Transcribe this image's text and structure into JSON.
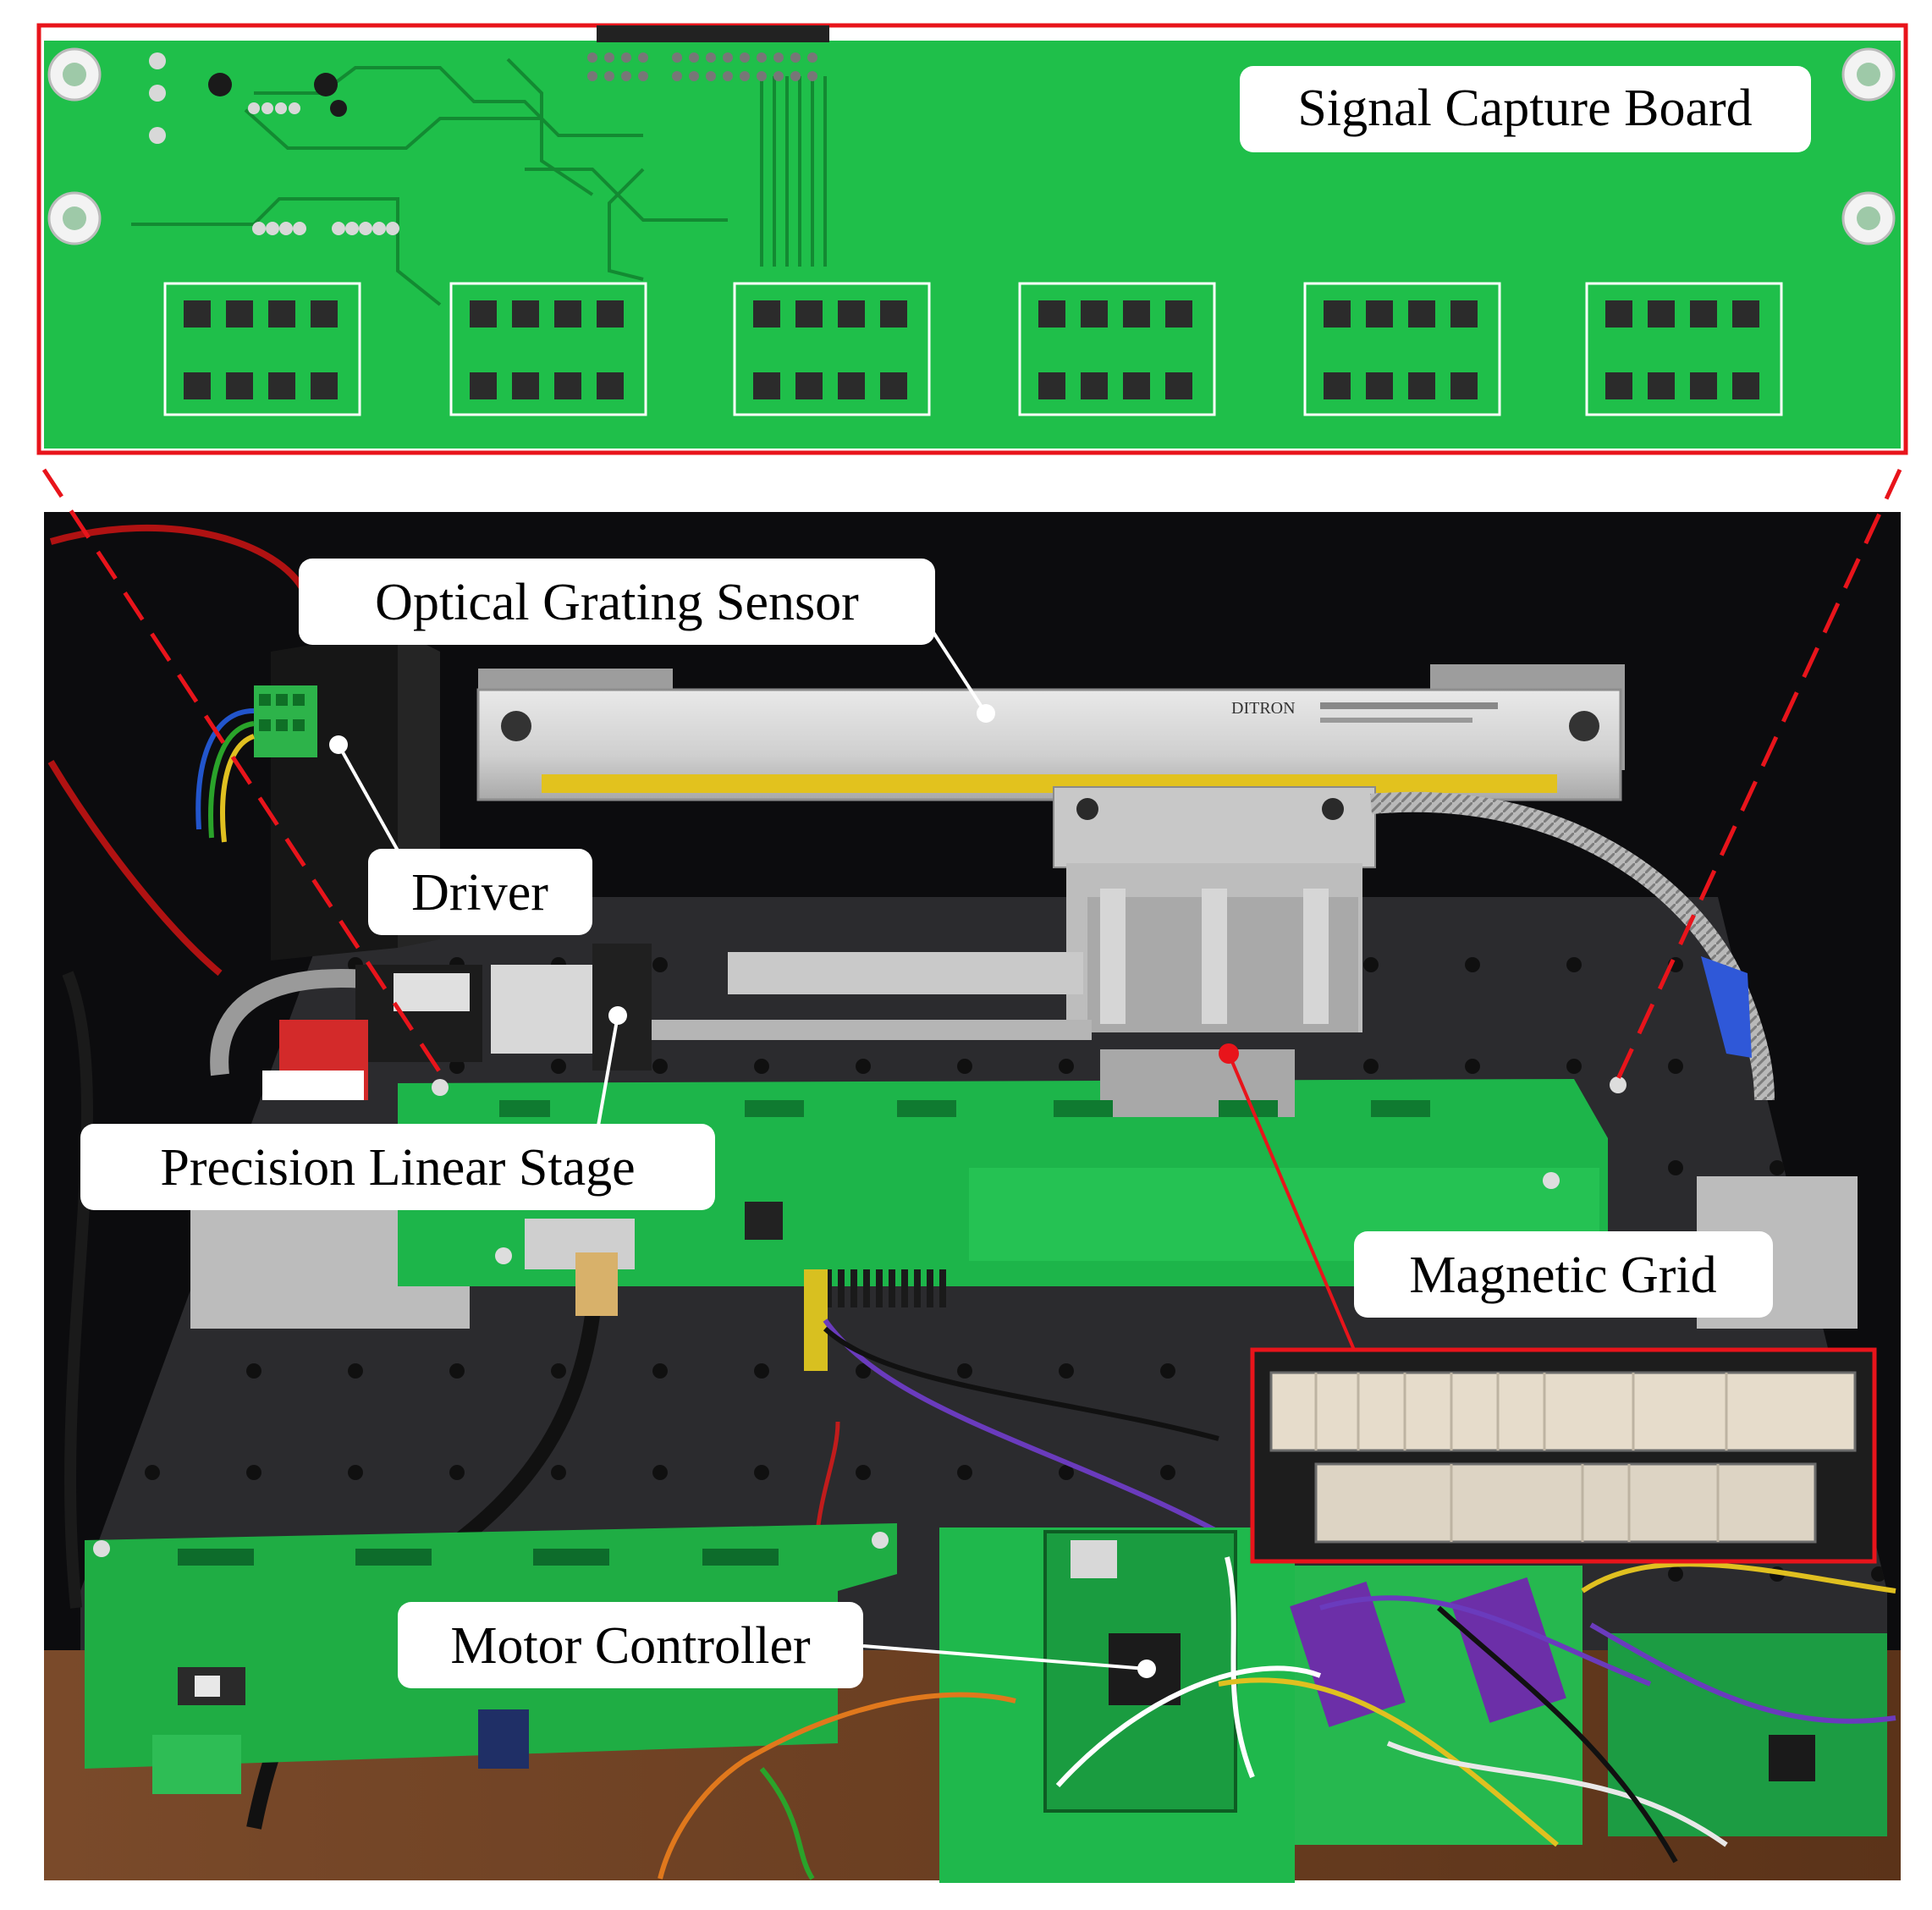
{
  "labels": {
    "signal_capture_board": "Signal Capture Board",
    "optical_grating_sensor": "Optical Grating Sensor",
    "driver": "Driver",
    "precision_linear_stage": "Precision Linear Stage",
    "magnetic_grid": "Magnetic Grid",
    "motor_controller": "Motor Controller"
  },
  "printed_text": {
    "sensor_brand": "DITRON"
  },
  "colors": {
    "callout_red": "#e8141b",
    "pcb_green": "#1fbf4a",
    "photo_background": "#0c0c0e",
    "label_background": "#ffffff",
    "label_text": "#000000"
  }
}
